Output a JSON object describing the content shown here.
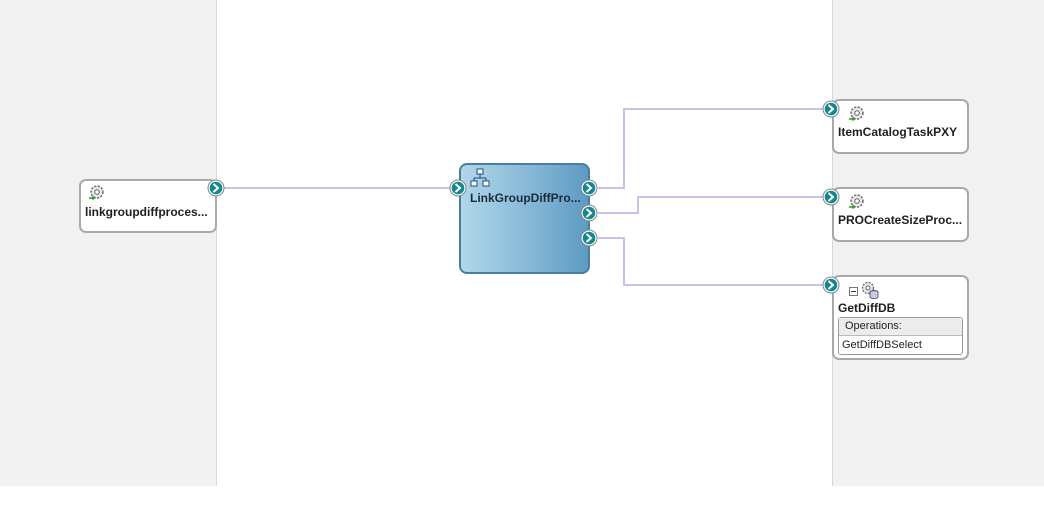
{
  "diagram": {
    "left_service": {
      "label": "linkgroupdiffproces...",
      "icon": "gear-icon"
    },
    "mediator": {
      "label": "LinkGroupDiffPro...",
      "icon": "hierarchy-icon"
    },
    "references": [
      {
        "label": "ItemCatalogTaskPXY",
        "icon": "gear-icon"
      },
      {
        "label": "PROCreateSizeProc...",
        "icon": "gear-icon"
      },
      {
        "label": "GetDiffDB",
        "icon": "db-adapter-icon",
        "operations_header": "Operations:",
        "operations": [
          "GetDiffDBSelect"
        ]
      }
    ],
    "colors": {
      "wire": "#c6c3ea",
      "port_fill": "#17868f",
      "mediator_border": "#4e7d9b"
    }
  }
}
